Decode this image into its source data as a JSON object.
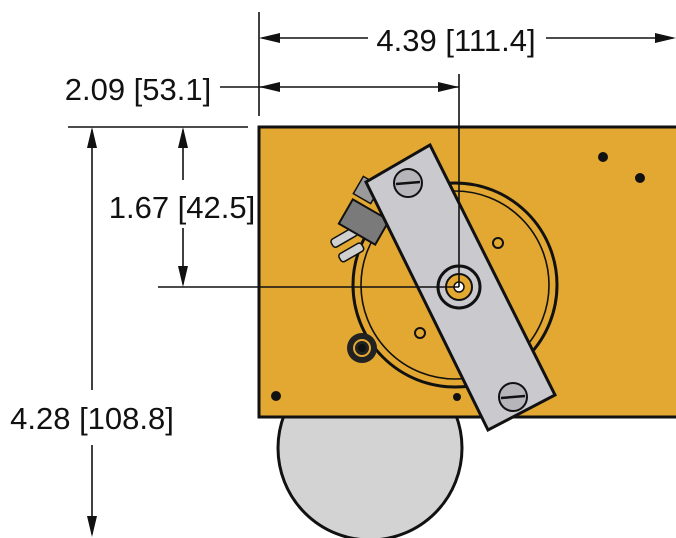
{
  "dimensions": {
    "overall_width": "4.39 [111.4]",
    "shaft_offset_x": "2.09 [53.1]",
    "shaft_offset_y": "1.67 [42.5]",
    "overall_height": "4.28 [108.8]"
  },
  "colors": {
    "plate": "#E2A832",
    "plate_outline": "#111111",
    "bracket": "#C9C9CE",
    "disc": "#D3D3D3",
    "lines": "#111111"
  }
}
